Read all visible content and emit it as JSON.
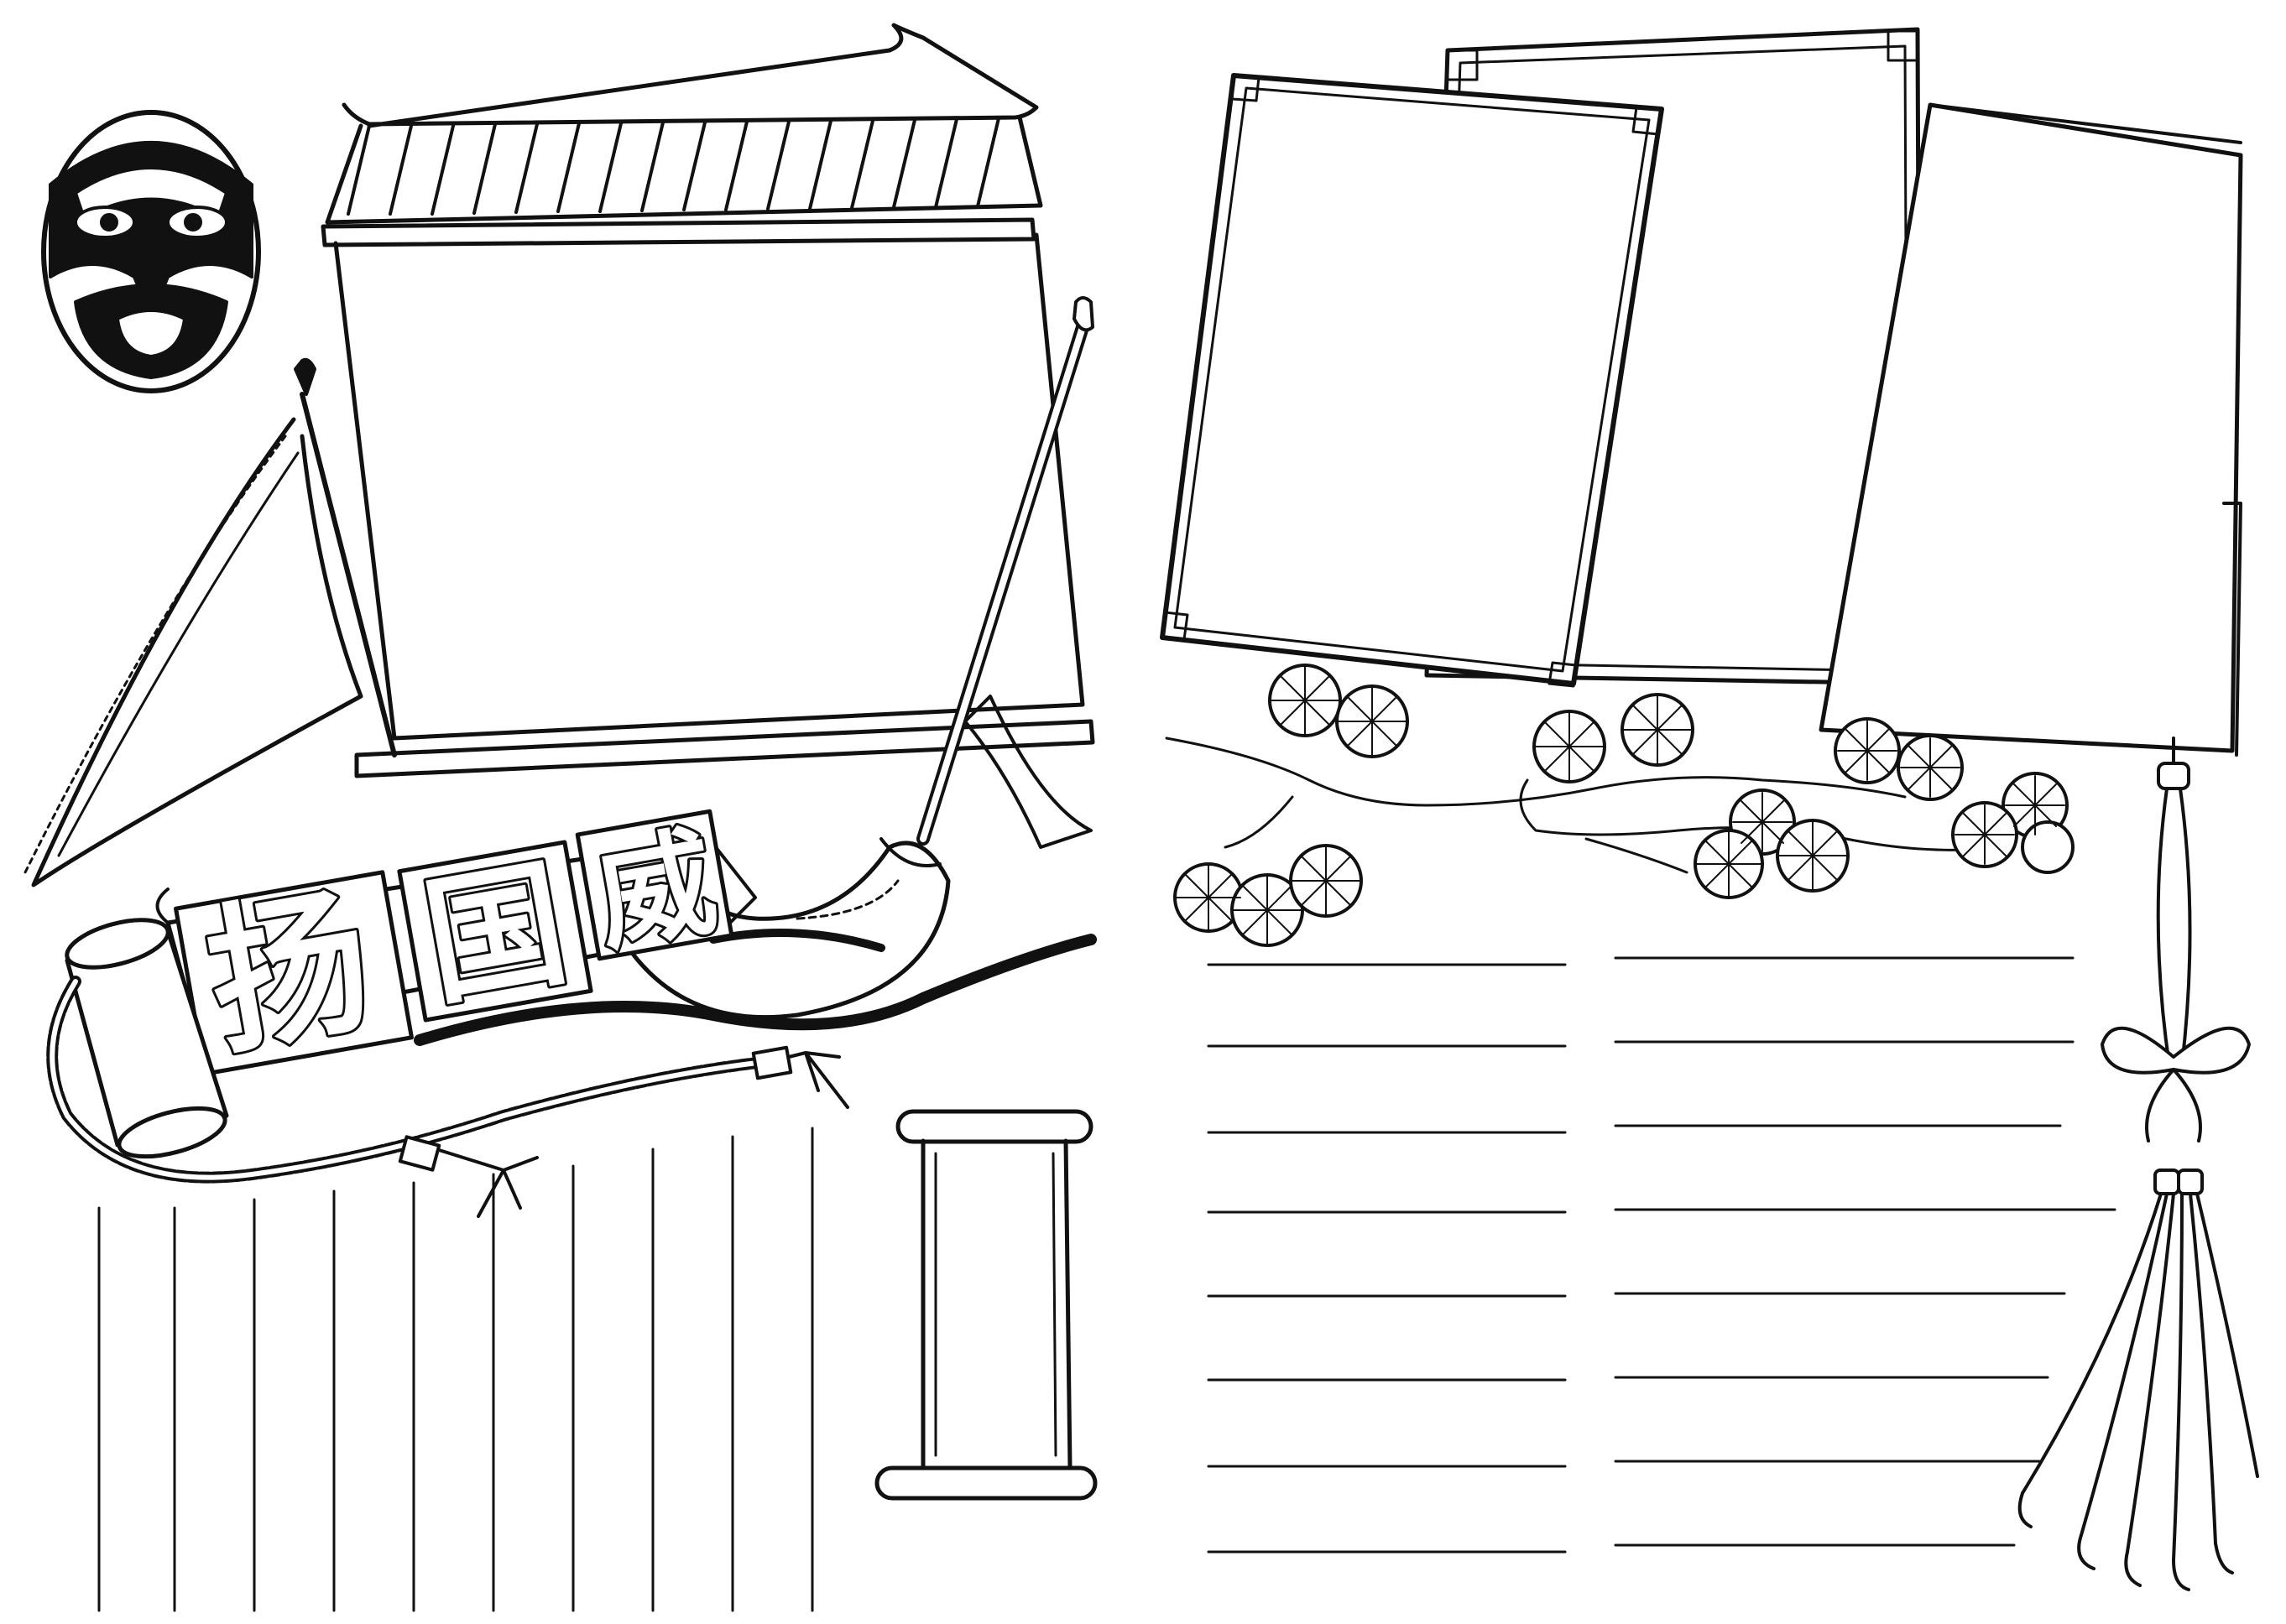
{
  "banner": {
    "characters": [
      "扬",
      "国",
      "威"
    ]
  },
  "colors": {
    "ink": "#111111",
    "paper": "#ffffff"
  },
  "icons": [
    "opera-mask-icon",
    "pavilion-roof-icon",
    "pennant-flag-icon",
    "crescent-blade-icon",
    "scroll-icon",
    "lotus-pads-icon",
    "tassel-icon"
  ]
}
